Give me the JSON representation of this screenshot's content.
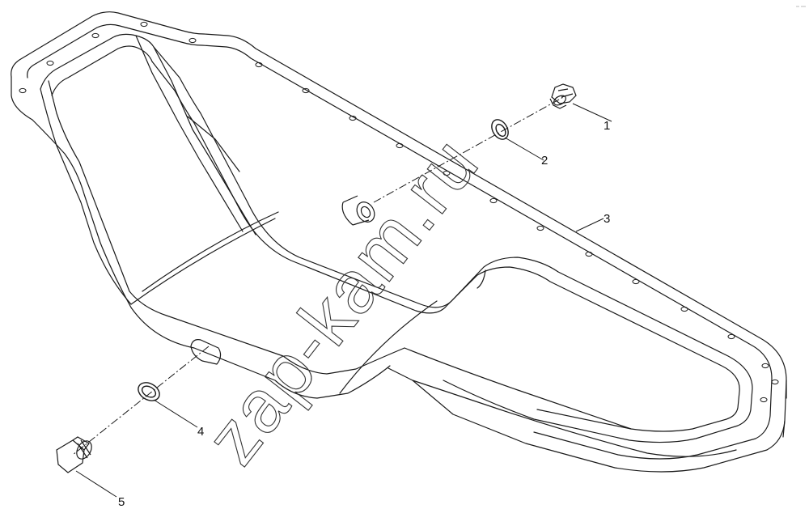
{
  "callouts": [
    {
      "id": "1",
      "label": "1"
    },
    {
      "id": "2",
      "label": "2"
    },
    {
      "id": "3",
      "label": "3"
    },
    {
      "id": "4",
      "label": "4"
    },
    {
      "id": "5",
      "label": "5"
    }
  ],
  "watermark": {
    "text": "zap-kam.ru"
  },
  "colors": {
    "line": "#1a1a1a",
    "background": "#ffffff"
  }
}
